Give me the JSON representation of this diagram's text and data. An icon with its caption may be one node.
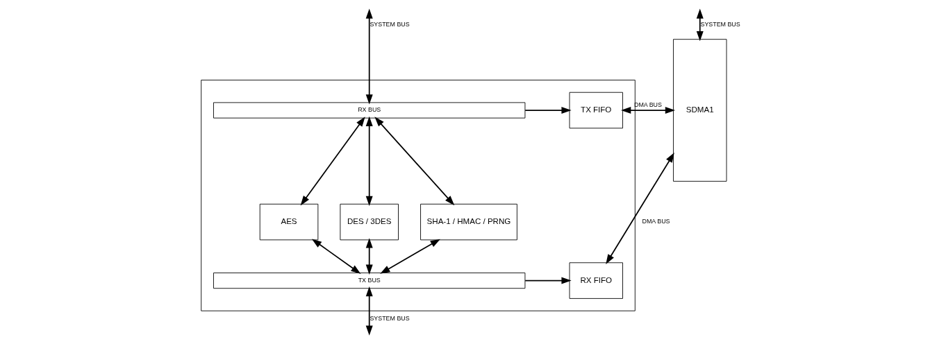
{
  "diagram": {
    "nodes": [
      {
        "text": [
          "SDMA1"
        ]
      },
      {
        "text": [],
        "shape": "box"
      },
      {
        "text": [
          "TX FIFO"
        ],
        "in": 1
      },
      {
        "text": [
          "RX BUS"
        ],
        "in": 1
      },
      {
        "text": [
          "AES"
        ],
        "in": 1
      },
      {
        "text": [
          "DES / 3DES"
        ],
        "in": 1
      },
      {
        "text": [
          "SHA-1 / HMAC / PRNG"
        ],
        "in": 1
      },
      {
        "text": [
          "TX BUS"
        ],
        "in": 1
      },
      {
        "text": [
          "RX FIFO"
        ],
        "in": 1
      }
    ],
    "edges": [
      {
        "from": null,
        "to": 0,
        "arrow": "both",
        "label": "SYSTEM BUS"
      },
      {
        "from": 0,
        "to": 2,
        "arrow": "both",
        "label": "DMA BUS"
      },
      {
        "from": 0,
        "to": 8,
        "arrow": "both",
        "label": "DMA BUS"
      },
      {
        "from": 3,
        "to": 2,
        "arrow": "to"
      },
      {
        "from": 3,
        "to": null,
        "arrow": "both",
        "label": "SYSTEM BUS"
      },
      {
        "from": 3,
        "to": 4,
        "arrow": "both"
      },
      {
        "from": 3,
        "to": 5,
        "arrow": "both"
      },
      {
        "from": 3,
        "to": 6,
        "arrow": "both"
      },
      {
        "from": 4,
        "to": 7,
        "arrow": "both"
      },
      {
        "from": 5,
        "to": 7,
        "arrow": "both"
      },
      {
        "from": 6,
        "to": 7,
        "arrow": "both"
      },
      {
        "from": 7,
        "to": 8,
        "arrow": "to"
      },
      {
        "from": 7,
        "to": null,
        "arrow": "both",
        "label": "SYSTEM BUS"
      }
    ]
  }
}
